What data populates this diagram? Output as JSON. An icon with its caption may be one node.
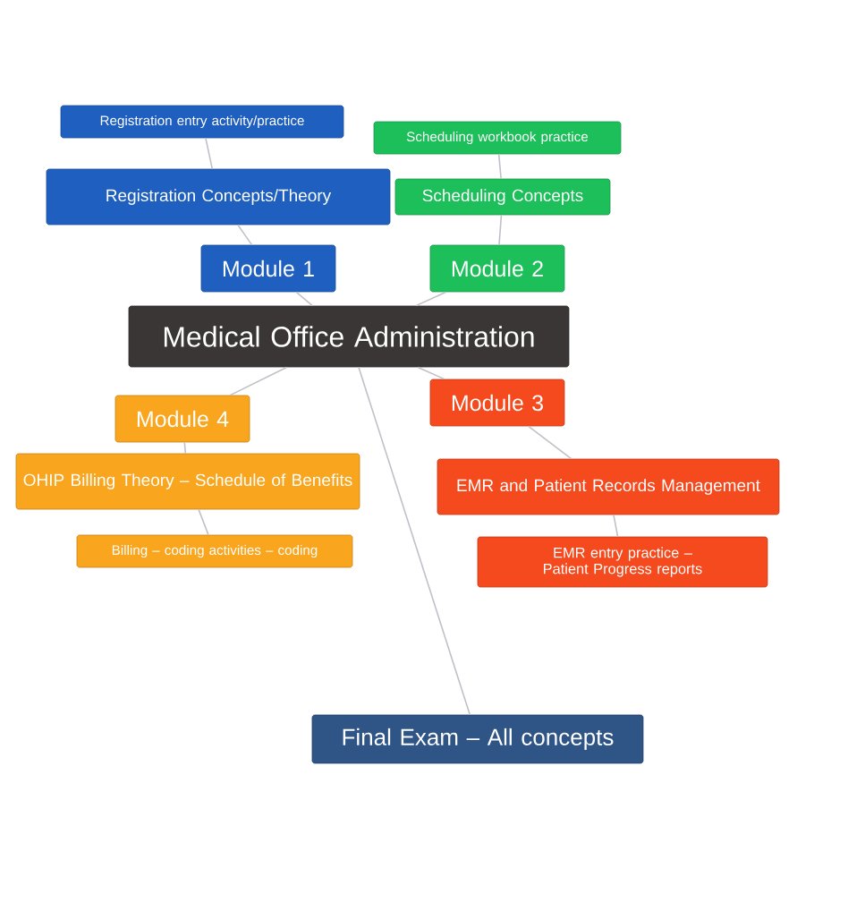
{
  "diagram": {
    "nodes": [
      {
        "text": [
          "Registration entry activity/practice"
        ]
      },
      {
        "text": [
          "Scheduling workbook practice"
        ]
      },
      {
        "text": [
          "Registration Concepts/Theory"
        ]
      },
      {
        "text": [
          "Scheduling Concepts"
        ]
      },
      {
        "text": [
          "Module 1"
        ]
      },
      {
        "text": [
          "Module 2"
        ]
      },
      {
        "text": [
          "Medical Office Administration"
        ]
      },
      {
        "text": [
          "Module 3"
        ]
      },
      {
        "text": [
          "Module 4"
        ]
      },
      {
        "text": [
          "OHIP Billing Theory – Schedule of Benefits"
        ]
      },
      {
        "text": [
          "EMR and Patient Records Management"
        ]
      },
      {
        "text": [
          "Billing – coding activities – coding"
        ]
      },
      {
        "text": [
          "EMR entry practice – Patient Progress reports"
        ]
      },
      {
        "text": [
          "Final Exam – All concepts"
        ]
      }
    ],
    "edges": [
      {
        "from": 6,
        "to": 4,
        "arrow": "none"
      },
      {
        "from": 4,
        "to": 2,
        "arrow": "none"
      },
      {
        "from": 2,
        "to": 0,
        "arrow": "none"
      },
      {
        "from": 6,
        "to": 5,
        "arrow": "none"
      },
      {
        "from": 5,
        "to": 3,
        "arrow": "none"
      },
      {
        "from": 3,
        "to": 1,
        "arrow": "none"
      },
      {
        "from": 6,
        "to": 7,
        "arrow": "none"
      },
      {
        "from": 7,
        "to": 10,
        "arrow": "none"
      },
      {
        "from": 10,
        "to": 12,
        "arrow": "none"
      },
      {
        "from": 6,
        "to": 8,
        "arrow": "none"
      },
      {
        "from": 8,
        "to": 9,
        "arrow": "none"
      },
      {
        "from": 9,
        "to": 11,
        "arrow": "none"
      },
      {
        "from": 6,
        "to": 13,
        "arrow": "none"
      }
    ]
  }
}
